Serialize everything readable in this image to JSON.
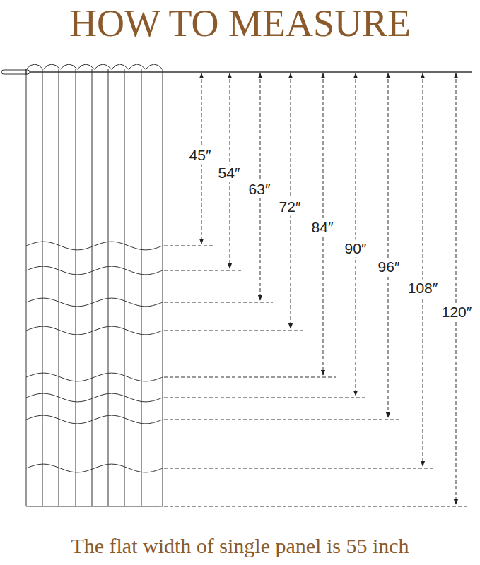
{
  "diagram": {
    "title": "HOW TO MEASURE",
    "caption": "The flat width of single panel is 55 inch",
    "labels": [
      "45″",
      "54″",
      "63″",
      "72″",
      "84″",
      "90″",
      "96″",
      "108″",
      "120″"
    ]
  }
}
